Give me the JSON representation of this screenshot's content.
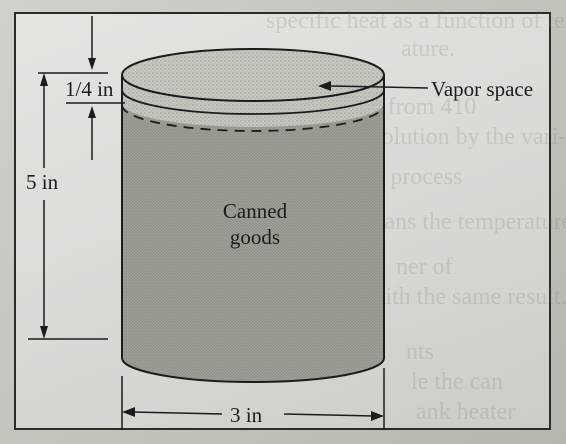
{
  "diagram": {
    "labels": {
      "height": "5 in",
      "headspace": "1/4 in",
      "vapor_space": "Vapor space",
      "contents_line1": "Canned",
      "contents_line2": "goods",
      "diameter": "3 in"
    },
    "background_text": [
      "specific heat as a function of temp-",
      "ature.",
      "ure from 410",
      "ant, solution by the vari-",
      "r the process",
      "l cans the temperature",
      "ner of",
      "is with the same result.",
      "nts",
      "le the can",
      "ank heater"
    ],
    "colors": {
      "ink": "#1c1c1c",
      "can_fill": "#9a9792",
      "vapor_fill": "#cfccc6",
      "paper": "#dcdad6"
    }
  }
}
